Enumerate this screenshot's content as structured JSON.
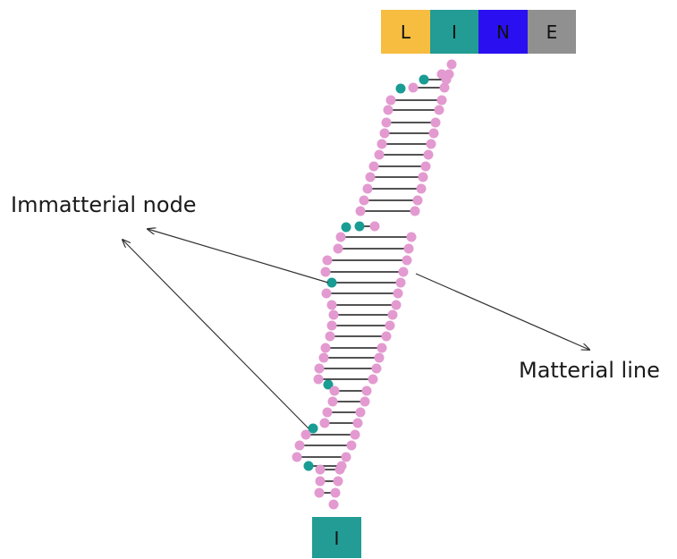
{
  "colors": {
    "background": "#ffffff",
    "node": "#e39ad0",
    "immaterial_node": "#199c94",
    "rung": "#1a1a1a",
    "arrow": "#333333"
  },
  "top_tiles": [
    {
      "letter": "L",
      "color": "#f6bd41"
    },
    {
      "letter": "I",
      "color": "#229c94"
    },
    {
      "letter": "N",
      "color": "#2a10f0"
    },
    {
      "letter": "E",
      "color": "#909090"
    }
  ],
  "bottom_tile": {
    "letter": "I",
    "color": "#229c94"
  },
  "labels": {
    "immaterial_node": "Immatterial node",
    "material_line": "Matterial line"
  }
}
